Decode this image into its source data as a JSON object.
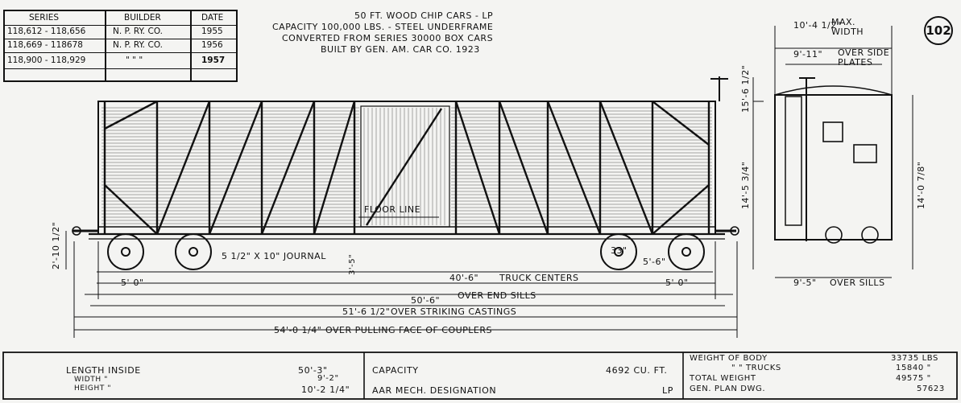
{
  "series_table": {
    "headers": [
      "SERIES",
      "BUILDER",
      "DATE"
    ],
    "rows": [
      [
        "118,612 - 118,656",
        "N. P. RY. CO.",
        "1955"
      ],
      [
        "118,669 - 118678",
        "N. P. RY. CO.",
        "1956"
      ],
      [
        "118,900 - 118,929",
        "\"  \"   \"",
        "1957"
      ]
    ]
  },
  "title_lines": [
    "50 FT. WOOD CHIP CARS - LP",
    "CAPACITY 100,000 LBS. - STEEL UNDERFRAME",
    "CONVERTED FROM SERIES 30000 BOX CARS",
    "BUILT BY GEN. AM. CAR CO. 1923"
  ],
  "sheet_number": "102",
  "dimensions": {
    "max_width": "10'-4 1/2\"",
    "max_width_label": "MAX. WIDTH",
    "over_side_plates": "9'-11\"",
    "over_side_plates_label": "OVER SIDE PLATES",
    "height_top": "15'-6 1/2\"",
    "height_eave": "14'-5 3/4\"",
    "height_end": "14'-0 7/8\"",
    "coupler_height": "2'-10 1/2\"",
    "floor_line": "FLOOR LINE",
    "journal": "5 1/2\" X 10\" JOURNAL",
    "journal_height": "3'-5\"",
    "wheel_dia": "33\"",
    "wheel_base_left": "5'-0\"",
    "wheel_base_right": "5'-0\"",
    "wheel_base_small": "5'-6\"",
    "truck_centers": "40'-6\"",
    "truck_centers_label": "TRUCK CENTERS",
    "over_end_sills": "50'-6\"",
    "over_end_sills_label": "OVER END SILLS",
    "over_striking_castings": "51'-6 1/2\"",
    "over_striking_castings_label": "OVER STRIKING CASTINGS",
    "over_pulling_face": "54'-0 1/4\"",
    "over_pulling_face_label": "OVER PULLING FACE OF COUPLERS",
    "over_sills": "9'-5\"",
    "over_sills_label": "OVER SILLS"
  },
  "specs_left": [
    {
      "label": "LENGTH INSIDE",
      "value": "50'-3\""
    },
    {
      "label": "WIDTH      \"",
      "value": "9'-2\""
    },
    {
      "label": "HEIGHT     \"",
      "value": "10'-2 1/4\""
    }
  ],
  "specs_mid": [
    {
      "label": "CAPACITY",
      "value": "4692 CU. FT."
    },
    {
      "label": "AAR MECH. DESIGNATION",
      "value": "LP"
    }
  ],
  "specs_right": [
    {
      "label": "WEIGHT OF BODY",
      "value": "33735 LBS"
    },
    {
      "label": "\"    \"  TRUCKS",
      "value": "15840  \""
    },
    {
      "label": "TOTAL WEIGHT",
      "value": "49575  \""
    },
    {
      "label": "GEN. PLAN DWG.",
      "value": "57623"
    }
  ]
}
